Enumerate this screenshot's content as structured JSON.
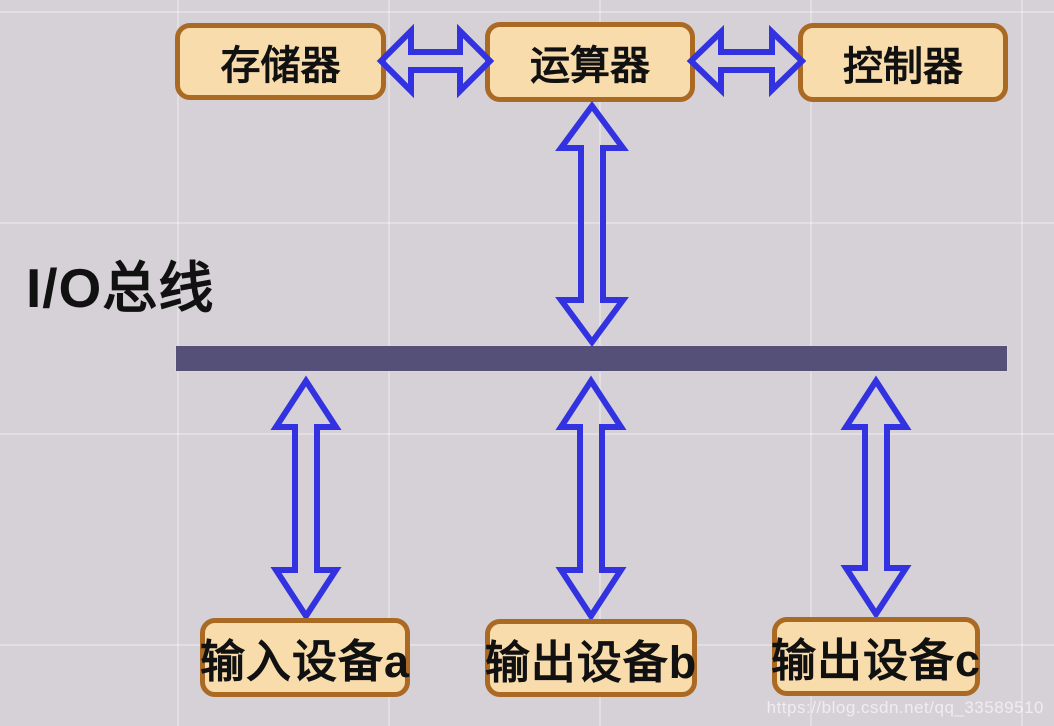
{
  "diagram": {
    "io_bus_label": "I/O总线",
    "top_nodes": [
      {
        "id": "memory",
        "label": "存储器"
      },
      {
        "id": "alu",
        "label": "运算器"
      },
      {
        "id": "controller",
        "label": "控制器"
      }
    ],
    "bottom_nodes": [
      {
        "id": "input-device-a",
        "label": "输入设备a"
      },
      {
        "id": "output-device-b",
        "label": "输出设备b"
      },
      {
        "id": "output-device-c",
        "label": "输出设备c"
      }
    ],
    "connections": [
      "memory <-> alu",
      "alu <-> controller",
      "alu <-> io-bus",
      "io-bus <-> input-device-a",
      "io-bus <-> output-device-b",
      "io-bus <-> output-device-c"
    ],
    "colors": {
      "background": "#d6d1d7",
      "node_fill": "#f8dcab",
      "node_border": "#aa6a24",
      "arrow": "#3232e0",
      "bus": "#555078",
      "text": "#111111"
    },
    "watermark": "https://blog.csdn.net/qq_33589510"
  }
}
